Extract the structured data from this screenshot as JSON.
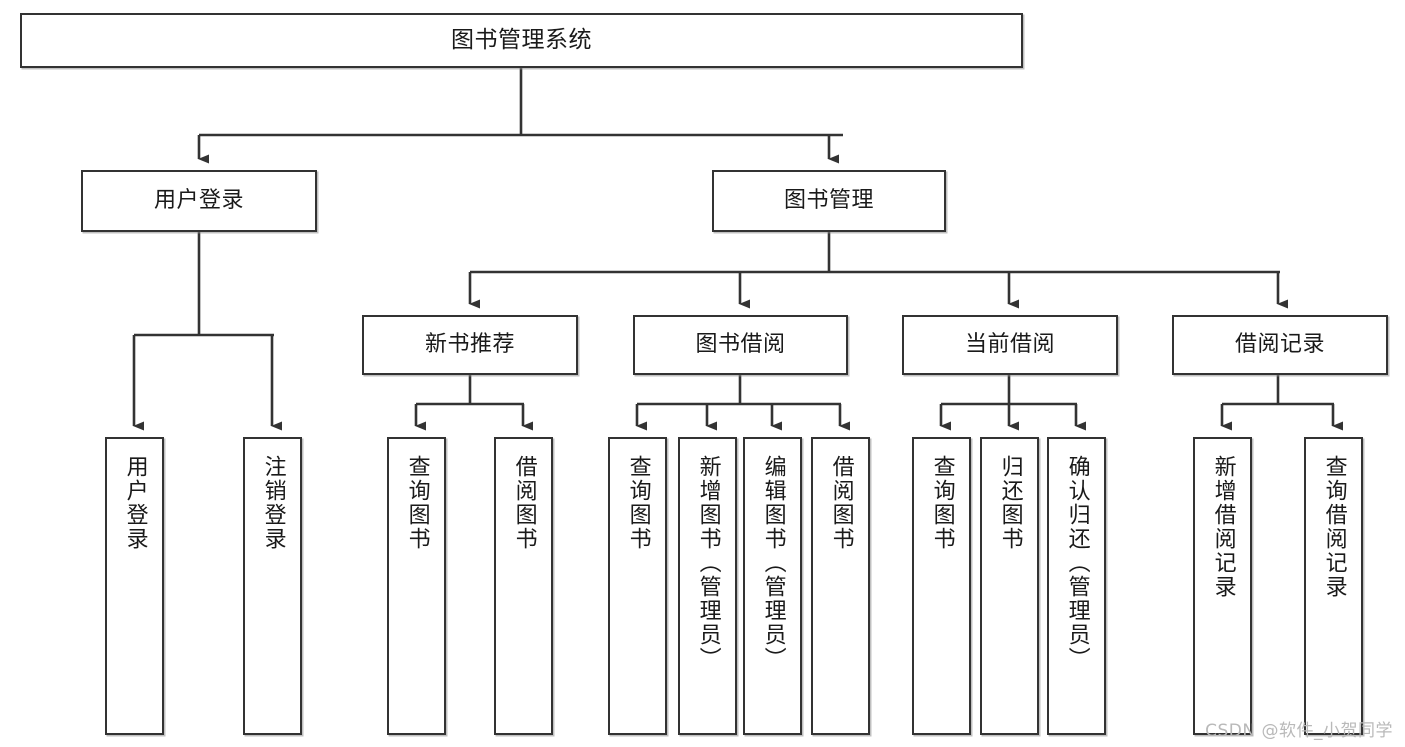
{
  "diagram": {
    "title": "图书管理系统",
    "watermark": "CSDN @软件_小贺同学",
    "colors": {
      "stroke": "#333333",
      "background": "#ffffff",
      "text": "#1a1a1a",
      "watermark": "#b9b9b9"
    },
    "nodes": {
      "root": {
        "label": "图书管理系统"
      },
      "level2": [
        {
          "label": "用户登录"
        },
        {
          "label": "图书管理"
        }
      ],
      "level3": [
        {
          "label": "新书推荐"
        },
        {
          "label": "图书借阅"
        },
        {
          "label": "当前借阅"
        },
        {
          "label": "借阅记录"
        }
      ],
      "leaves": {
        "user_login": [
          {
            "label": "用户登录"
          },
          {
            "label": "注销登录"
          }
        ],
        "new_book_recommend": [
          {
            "label": "查询图书"
          },
          {
            "label": "借阅图书"
          }
        ],
        "book_borrow": [
          {
            "label": "查询图书"
          },
          {
            "label": "新增图书（管理员）"
          },
          {
            "label": "编辑图书（管理员）"
          },
          {
            "label": "借阅图书"
          }
        ],
        "current_borrow": [
          {
            "label": "查询图书"
          },
          {
            "label": "归还图书"
          },
          {
            "label": "确认归还（管理员）"
          }
        ],
        "borrow_record": [
          {
            "label": "新增借阅记录"
          },
          {
            "label": "查询借阅记录"
          }
        ]
      }
    }
  }
}
